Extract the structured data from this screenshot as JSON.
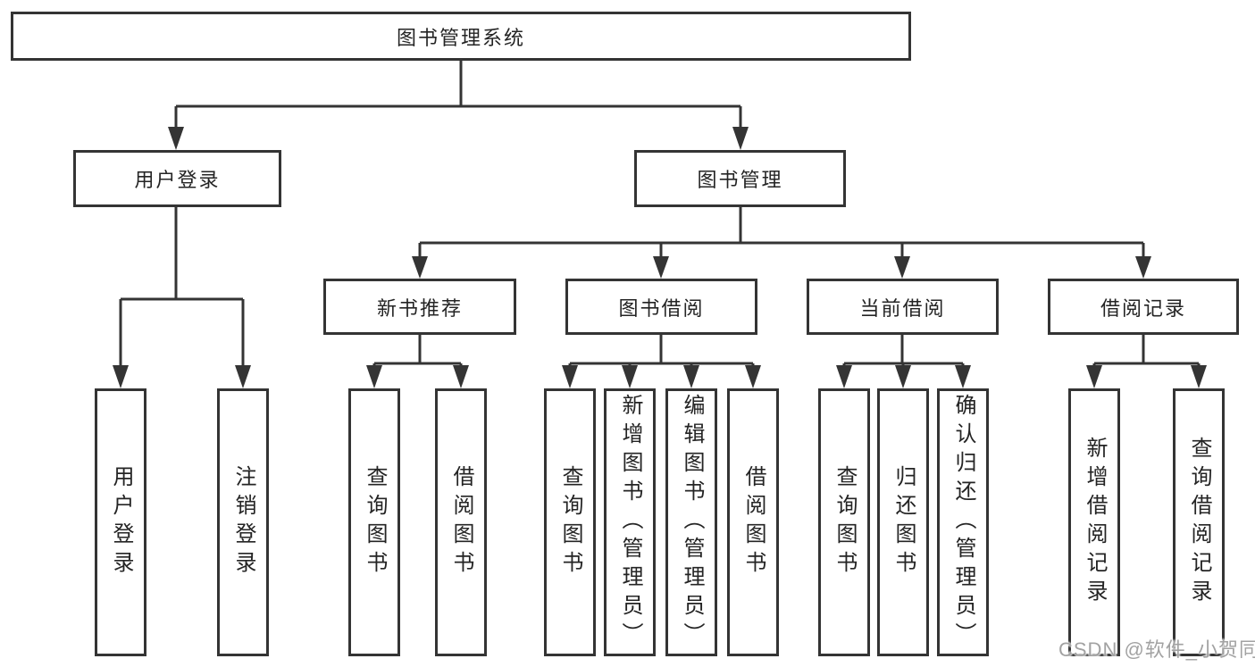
{
  "diagram": {
    "colors": {
      "line": "#343434",
      "box_border": "#343434",
      "box_background": "#ffffff",
      "text": "#242424",
      "watermark": "#9a9a9a"
    },
    "nodes": {
      "root": {
        "label": "图书管理系统"
      },
      "userLogin": {
        "label": "用户登录"
      },
      "bookMgmt": {
        "label": "图书管理"
      },
      "newBookRec": {
        "label": "新书推荐"
      },
      "bookBorrow": {
        "label": "图书借阅"
      },
      "currentBorrow": {
        "label": "当前借阅"
      },
      "borrowRecords": {
        "label": "借阅记录"
      },
      "leafUserLogin": {
        "label": "用户登录"
      },
      "leafLogout": {
        "label": "注销登录"
      },
      "leafQueryBooksA": {
        "label": "查询图书"
      },
      "leafBorrowBooksA": {
        "label": "借阅图书"
      },
      "leafQueryBooksB": {
        "label": "查询图书"
      },
      "leafAddBook": {
        "label": "新增图书（管理员）"
      },
      "leafEditBook": {
        "label": "编辑图书（管理员）"
      },
      "leafBorrowBooksB": {
        "label": "借阅图书"
      },
      "leafQueryBooksC": {
        "label": "查询图书"
      },
      "leafReturnBook": {
        "label": "归还图书"
      },
      "leafConfirmReturn": {
        "label": "确认归还（管理员）"
      },
      "leafAddRecord": {
        "label": "新增借阅记录"
      },
      "leafQueryRecord": {
        "label": "查询借阅记录"
      }
    },
    "hierarchy": {
      "图书管理系统": [
        "用户登录",
        "图书管理"
      ],
      "用户登录": [
        "用户登录",
        "注销登录"
      ],
      "图书管理": [
        "新书推荐",
        "图书借阅",
        "当前借阅",
        "借阅记录"
      ],
      "新书推荐": [
        "查询图书",
        "借阅图书"
      ],
      "图书借阅": [
        "查询图书",
        "新增图书（管理员）",
        "编辑图书（管理员）",
        "借阅图书"
      ],
      "当前借阅": [
        "查询图书",
        "归还图书",
        "确认归还（管理员）"
      ],
      "借阅记录": [
        "新增借阅记录",
        "查询借阅记录"
      ]
    },
    "watermark": "CSDN @软件_小贺同学"
  }
}
